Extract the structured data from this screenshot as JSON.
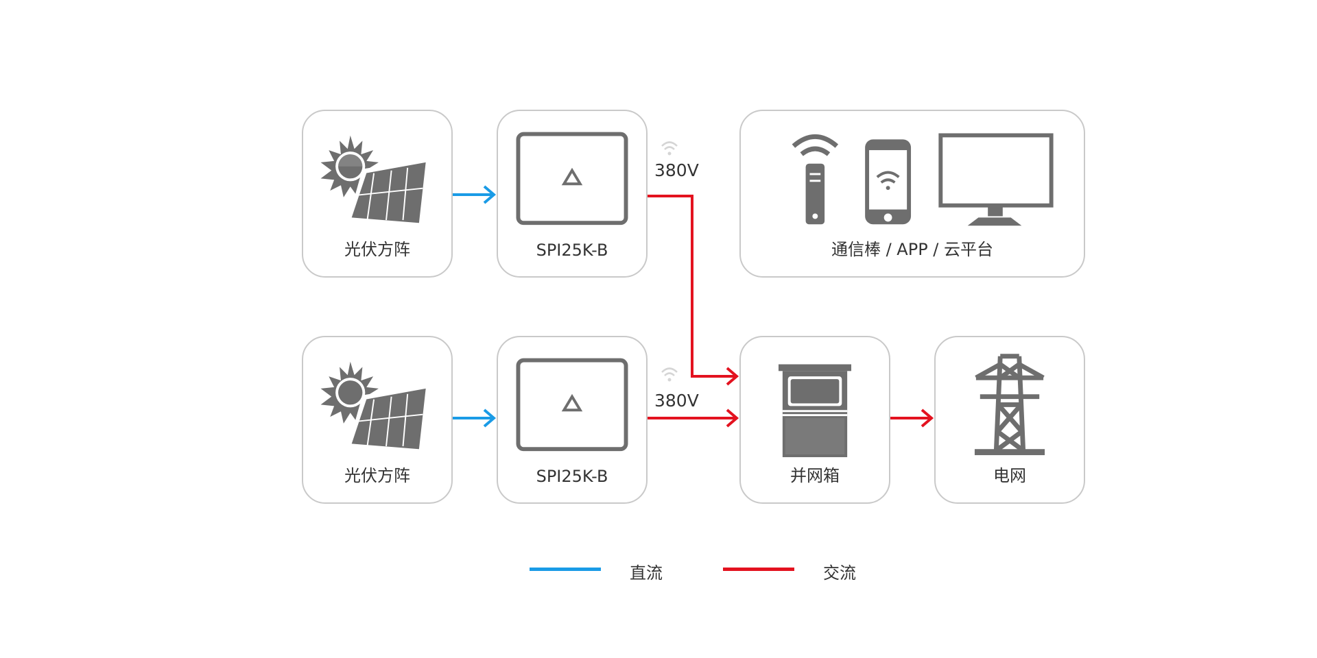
{
  "colors": {
    "dc": "#1a9be6",
    "ac": "#e3121f",
    "icon": "#6e6e6e",
    "border": "#c9c9c9"
  },
  "nodes": {
    "pv_top": {
      "label": "光伏方阵",
      "icon": "solar-panel-icon"
    },
    "inverter_top": {
      "label": "SPI25K-B",
      "icon": "inverter-icon"
    },
    "monitoring": {
      "label": "通信棒 / APP / 云平台",
      "icons": [
        "wifi-stick-icon",
        "smartphone-icon",
        "monitor-icon"
      ]
    },
    "pv_bottom": {
      "label": "光伏方阵",
      "icon": "solar-panel-icon"
    },
    "inverter_bottom": {
      "label": "SPI25K-B",
      "icon": "inverter-icon"
    },
    "combiner": {
      "label": "并网箱",
      "icon": "grid-box-icon"
    },
    "grid": {
      "label": "电网",
      "icon": "power-tower-icon"
    }
  },
  "voltage_labels": {
    "top": "380V",
    "bottom": "380V"
  },
  "legend": [
    {
      "label": "直流",
      "color": "#1a9be6"
    },
    {
      "label": "交流",
      "color": "#e3121f"
    }
  ]
}
